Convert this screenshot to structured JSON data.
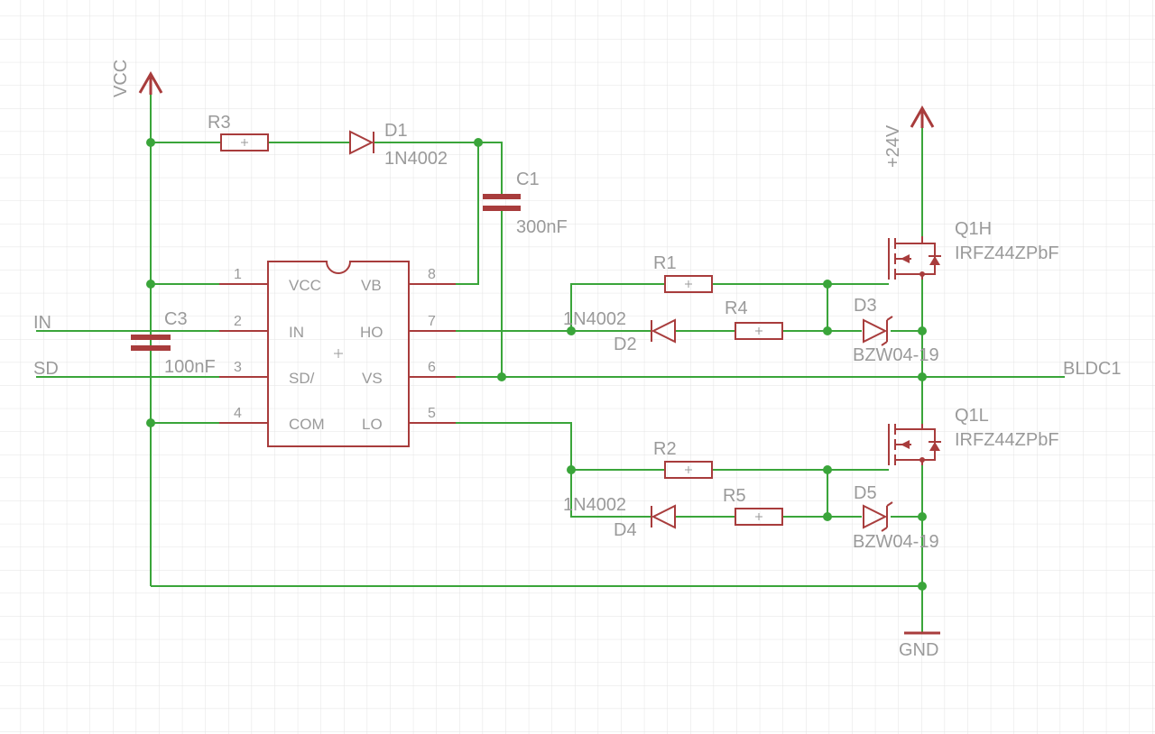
{
  "supply": {
    "vcc": "VCC",
    "v24": "+24V",
    "gnd": "GND"
  },
  "nets": {
    "in": "IN",
    "sd": "SD",
    "bldc": "BLDC1"
  },
  "ic": {
    "pins_left": [
      {
        "num": "1",
        "name": "VCC"
      },
      {
        "num": "2",
        "name": "IN"
      },
      {
        "num": "3",
        "name": "SD/"
      },
      {
        "num": "4",
        "name": "COM"
      }
    ],
    "pins_right": [
      {
        "num": "8",
        "name": "VB"
      },
      {
        "num": "7",
        "name": "HO"
      },
      {
        "num": "6",
        "name": "VS"
      },
      {
        "num": "5",
        "name": "LO"
      }
    ]
  },
  "parts": {
    "r1": "R1",
    "r2": "R2",
    "r3": "R3",
    "r4": "R4",
    "r5": "R5",
    "d1": "D1",
    "d1_val": "1N4002",
    "d2": "D2",
    "d2_val": "1N4002",
    "d3": "D3",
    "d3_val": "BZW04-19",
    "d4": "D4",
    "d4_val": "1N4002",
    "d5": "D5",
    "d5_val": "BZW04-19",
    "c1": "C1",
    "c1_val": "300nF",
    "c3": "C3",
    "c3_val": "100nF",
    "q1h": "Q1H",
    "q1h_val": "IRFZ44ZPbF",
    "q1l": "Q1L",
    "q1l_val": "IRFZ44ZPbF"
  },
  "colors": {
    "wire": "#3aa53a",
    "part": "#a83c3c",
    "text": "#9a9a9a",
    "grid": "#e3e3e3"
  }
}
